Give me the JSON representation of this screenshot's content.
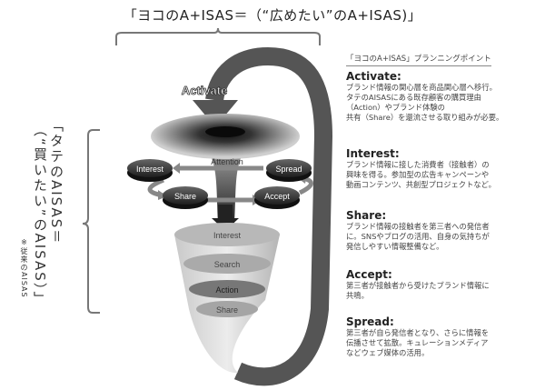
{
  "title": "「ヨコのA+ISAS＝（“広めたい”のA+ISAS)」",
  "left_label": {
    "line1": "「タテのAISAS＝",
    "line2": "（“買いたい”のAISAS）」",
    "note": "※従来のAISAS"
  },
  "diagram": {
    "activate": "Activate",
    "attention": "Attention",
    "loop": [
      "Interest",
      "Spread",
      "Share",
      "Accept"
    ],
    "funnel": [
      "Interest",
      "Search",
      "Action",
      "Share"
    ]
  },
  "panel": {
    "heading": "「ヨコのA+ISAS」プランニングポイント",
    "points": [
      {
        "title": "Activate:",
        "text": "ブランド情報の関心層を商品関心層へ移行。\nタテのAISASにある既存顧客の購買理由\n（Action）やブランド体験の\n共有（Share）を還流させる取り組みが必要。"
      },
      {
        "title": "Interest:",
        "text": "ブランド情報に接した消費者（接触者）の\n興味を得る。参加型の広告キャンペーンや\n動画コンテンツ、共創型プロジェクトなど。"
      },
      {
        "title": "Share:",
        "text": "ブランド情報の接触者を第三者への発信者\nに。SNSやブログの活用、自身の気持ちが\n発信しやすい情報整備など。"
      },
      {
        "title": "Accept:",
        "text": "第三者が接触者から受けたブランド情報に\n共鳴。"
      },
      {
        "title": "Spread:",
        "text": "第三者が自ら発信者となり、さらに情報を\n伝播させて拡散。キュレーションメディア\nなどウェブ媒体の活用。"
      }
    ]
  },
  "colors": {
    "dark": "#2e2e2e",
    "mid": "#6d6d6d",
    "light": "#c8c8c8"
  }
}
